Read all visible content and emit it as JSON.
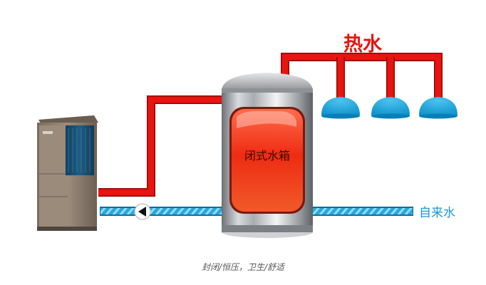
{
  "labels": {
    "hot_water": "热水",
    "tank": "闭式水箱",
    "tap_water": "自来水"
  },
  "caption": "封闭/恒压，卫生/舒适",
  "colors": {
    "hot_pipe": "#e8140f",
    "cold_pipe": "#2aa7dc",
    "shower": "#13a4df",
    "tank_inner": "#ee3a1f",
    "unit_body": "#8a7a6a"
  },
  "icons": [
    "heat-pump-unit-icon",
    "pump-valve-icon",
    "shower-head-icon"
  ]
}
